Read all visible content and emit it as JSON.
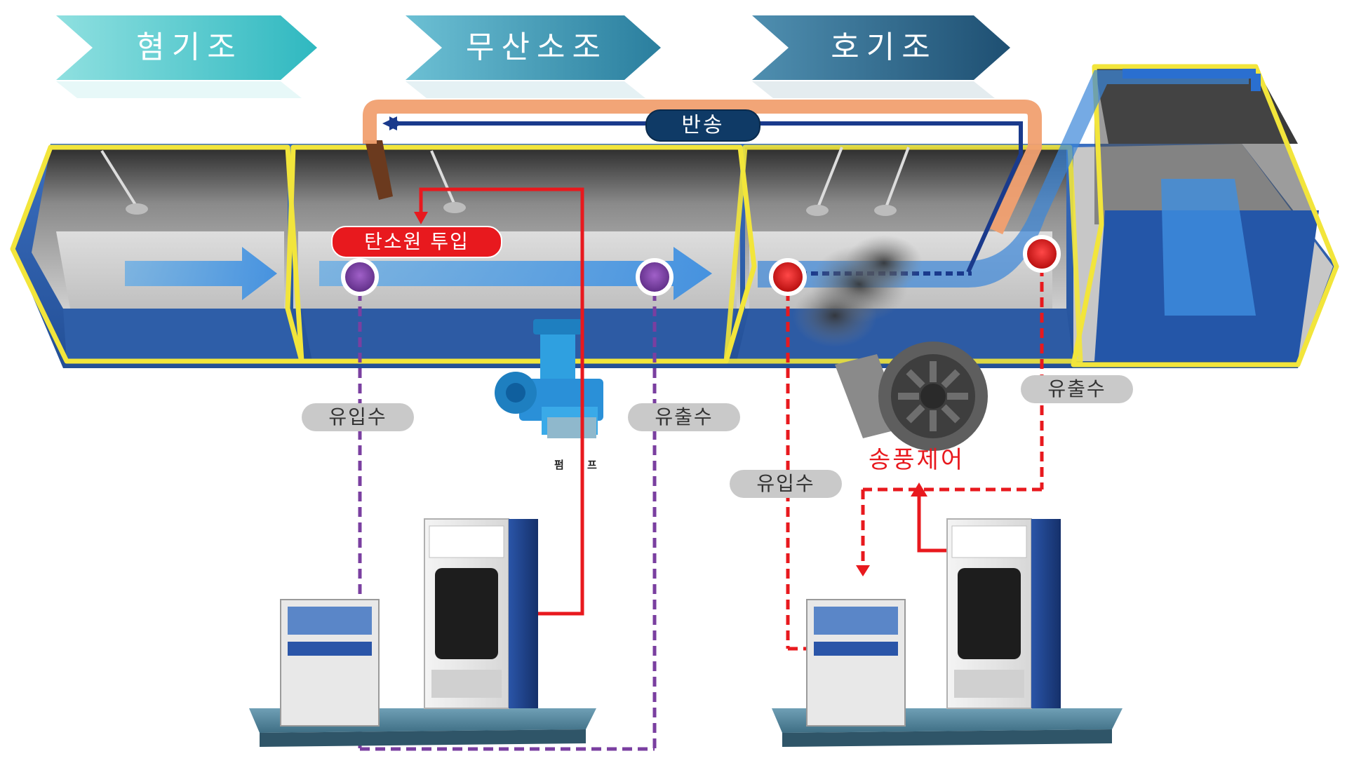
{
  "stages": {
    "anaerobic": "혐기조",
    "anoxic": "무산소조",
    "aerobic": "호기조"
  },
  "labels": {
    "return": "반송",
    "carbon_input": "탄소원 투입",
    "inflow_1": "유입수",
    "outflow_1": "유출수",
    "inflow_2": "유입수",
    "outflow_2": "유출수",
    "pump": "펌 프",
    "blower_control": "송풍제어"
  },
  "colors": {
    "stage_arrow_1": "#3cc6c6",
    "stage_arrow_2": "#2b8fa8",
    "stage_arrow_3": "#1e5f7f",
    "tank_frame": "#f2e53b",
    "tank_water": "#2f5fa8",
    "return_line": "#f1a070",
    "return_arrow": "#1a3a8c",
    "purple_line": "#7a3fa0",
    "red_line": "#e8191e"
  }
}
